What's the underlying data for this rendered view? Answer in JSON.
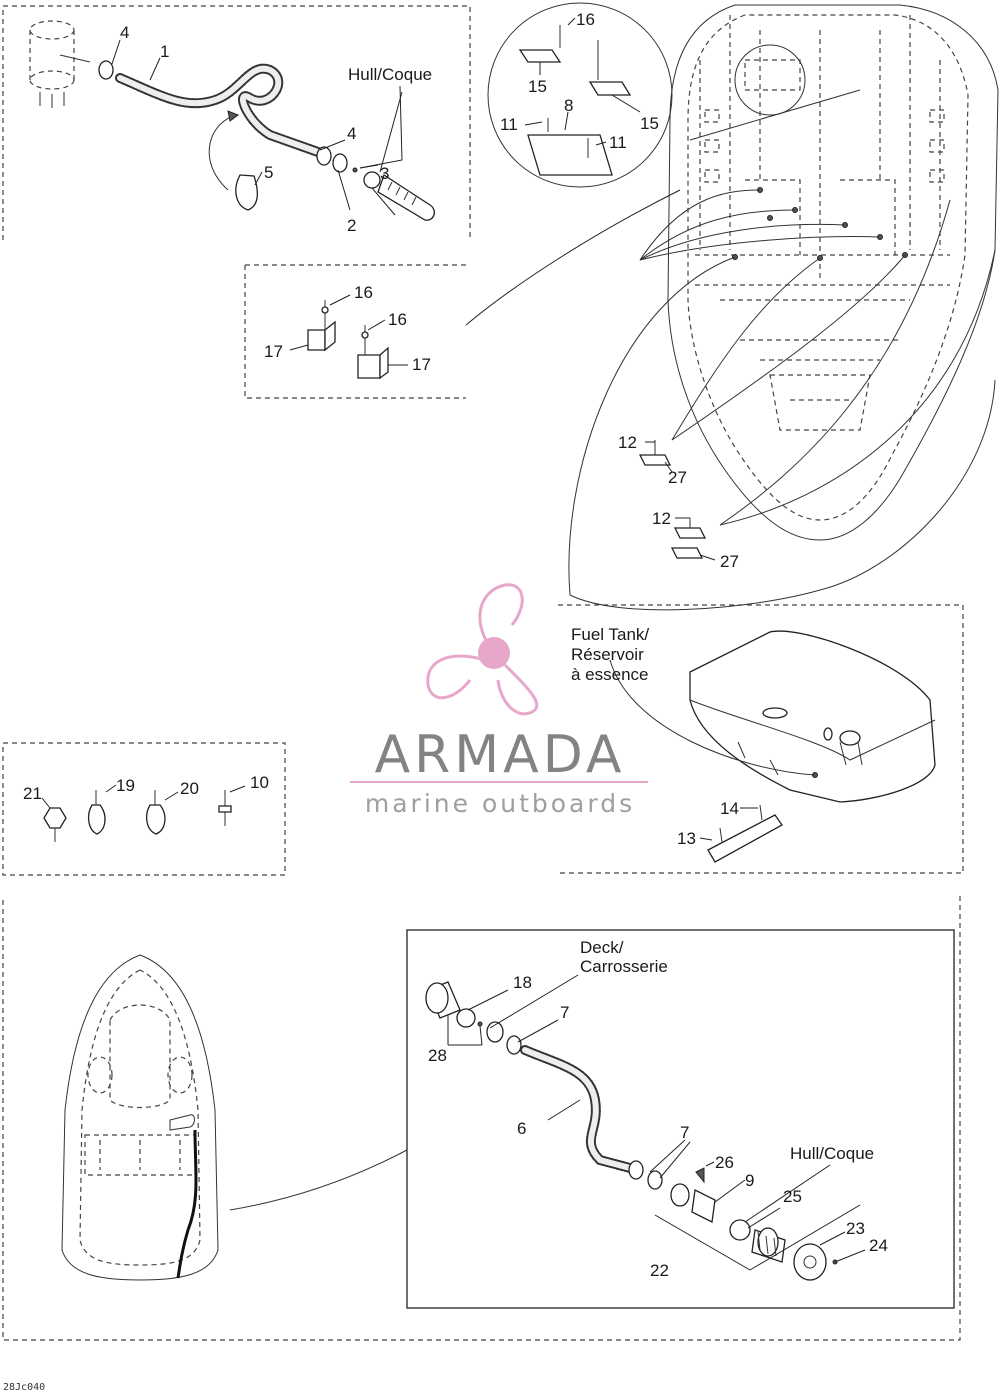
{
  "watermark": {
    "brand": "ARMADA",
    "tagline": "marine outboards",
    "accent_color": "#e6a3c8",
    "text_color": "#7d7d7d"
  },
  "captions": {
    "hull_top": "Hull/Coque",
    "fuel_tank_line1": "Fuel Tank/",
    "fuel_tank_line2": "Réservoir",
    "fuel_tank_line3": "à essence",
    "deck_line1": "Deck/",
    "deck_line2": "Carrosserie",
    "hull_bottom": "Hull/Coque"
  },
  "callouts": {
    "p1": "1",
    "p2": "2",
    "p3": "3",
    "p4a": "4",
    "p4b": "4",
    "p5": "5",
    "p6": "6",
    "p7a": "7",
    "p7b": "7",
    "p8": "8",
    "p9": "9",
    "p10": "10",
    "p11a": "11",
    "p11b": "11",
    "p12a": "12",
    "p12b": "12",
    "p13": "13",
    "p14": "14",
    "p15a": "15",
    "p15b": "15",
    "p16a": "16",
    "p16b": "16",
    "p16c": "16",
    "p17a": "17",
    "p17b": "17",
    "p18": "18",
    "p19": "19",
    "p20": "20",
    "p21": "21",
    "p22": "22",
    "p23": "23",
    "p24": "24",
    "p25": "25",
    "p26": "26",
    "p27a": "27",
    "p27b": "27",
    "p28": "28"
  },
  "figure_code": "28Jc040"
}
